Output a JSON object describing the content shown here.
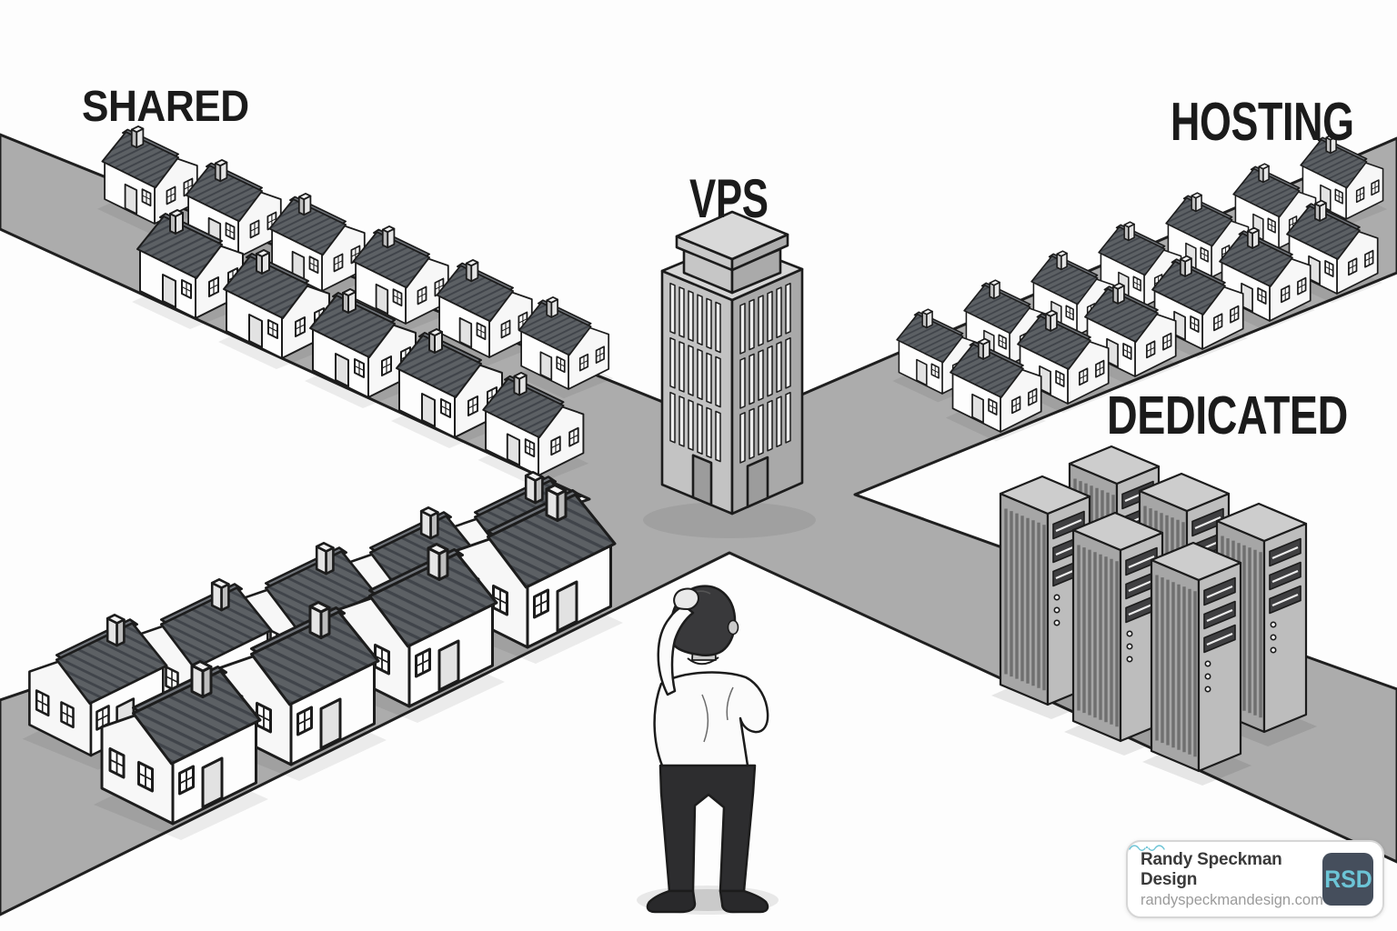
{
  "labels": {
    "shared": "SHARED",
    "vps": "VPS",
    "hosting": "HOSTING",
    "dedicated": "DEDICATED"
  },
  "badge": {
    "title": "Randy Speckman Design",
    "url": "randyspeckmandesign.com",
    "logo": "RSD"
  },
  "scene": {
    "type": "isometric crossroads illustration comparing web hosting options",
    "person": "man standing at crossroads scratching his head",
    "shared_houses": 11,
    "hosting_houses": 13,
    "foreground_houses": 9,
    "dedicated_servers": 6,
    "vps_buildings": 1
  },
  "colors": {
    "background": "#fdfdfd",
    "road": "#acacac",
    "outline": "#1c1c1e",
    "roof": "#5c6064",
    "house_wall": "#f7f7f7",
    "building_left": "#c3c3c3",
    "building_right": "#a9a9a9",
    "server_body": "#a6a6a6",
    "label_text": "#1b1b1b",
    "badge_title": "#3a3a3a",
    "badge_url": "#9b9b9b",
    "logo_bg": "#454e5c",
    "logo_text": "#6cc4d6"
  }
}
